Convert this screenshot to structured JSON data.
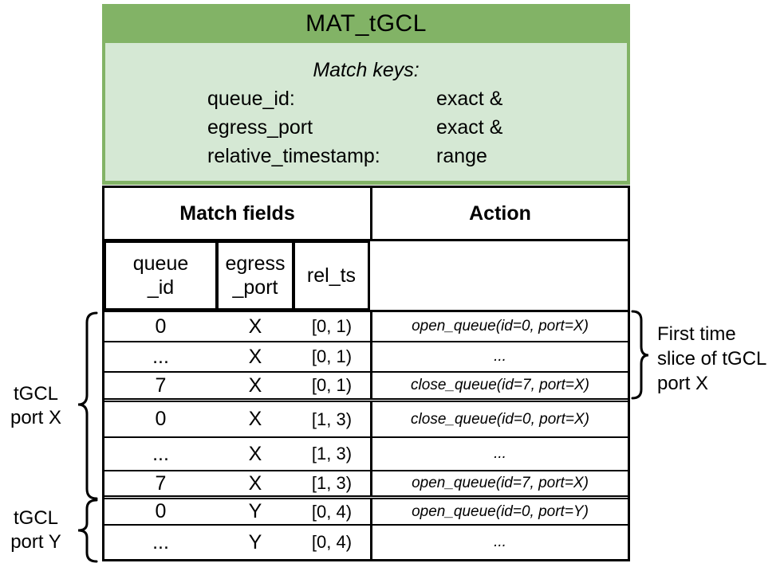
{
  "title": "MAT_tGCL",
  "match_keys": {
    "heading": "Match keys:",
    "entries": [
      {
        "name": "queue_id:",
        "type": "exact  &"
      },
      {
        "name": "egress_port",
        "type": "exact  &"
      },
      {
        "name": "relative_timestamp:",
        "type": "range"
      }
    ]
  },
  "table": {
    "headers": {
      "match_fields": "Match fields",
      "action": "Action"
    },
    "columns": [
      {
        "line1": "queue",
        "line2": "_id"
      },
      {
        "line1": "egress",
        "line2": "_port"
      },
      {
        "line1": "rel_ts"
      }
    ],
    "rows": [
      {
        "queue_id": "0",
        "egress_port": "X",
        "rel_ts": "[0, 1)",
        "action": "open_queue(id=0, port=X)"
      },
      {
        "queue_id": "...",
        "egress_port": "X",
        "rel_ts": "[0, 1)",
        "action": "..."
      },
      {
        "queue_id": "7",
        "egress_port": "X",
        "rel_ts": "[0, 1)",
        "action": "close_queue(id=7, port=X)"
      },
      {
        "queue_id": "0",
        "egress_port": "X",
        "rel_ts": "[1, 3)",
        "action": "close_queue(id=0, port=X)"
      },
      {
        "queue_id": "...",
        "egress_port": "X",
        "rel_ts": "[1, 3)",
        "action": "..."
      },
      {
        "queue_id": "7",
        "egress_port": "X",
        "rel_ts": "[1, 3)",
        "action": "open_queue(id=7, port=X)"
      },
      {
        "queue_id": "0",
        "egress_port": "Y",
        "rel_ts": "[0, 4)",
        "action": "open_queue(id=0, port=Y)"
      },
      {
        "queue_id": "...",
        "egress_port": "Y",
        "rel_ts": "[0, 4)",
        "action": "..."
      }
    ]
  },
  "annotations": {
    "port_x": {
      "line1": "tGCL",
      "line2": "port X"
    },
    "port_y": {
      "line1": "tGCL",
      "line2": "port Y"
    },
    "first_slice": {
      "line1": "First time",
      "line2": "slice of tGCL",
      "line3": "port X"
    }
  },
  "colors": {
    "header_green": "#82b366",
    "panel_green": "#d5e8d4",
    "border_black": "#000000",
    "text_black": "#000000"
  }
}
